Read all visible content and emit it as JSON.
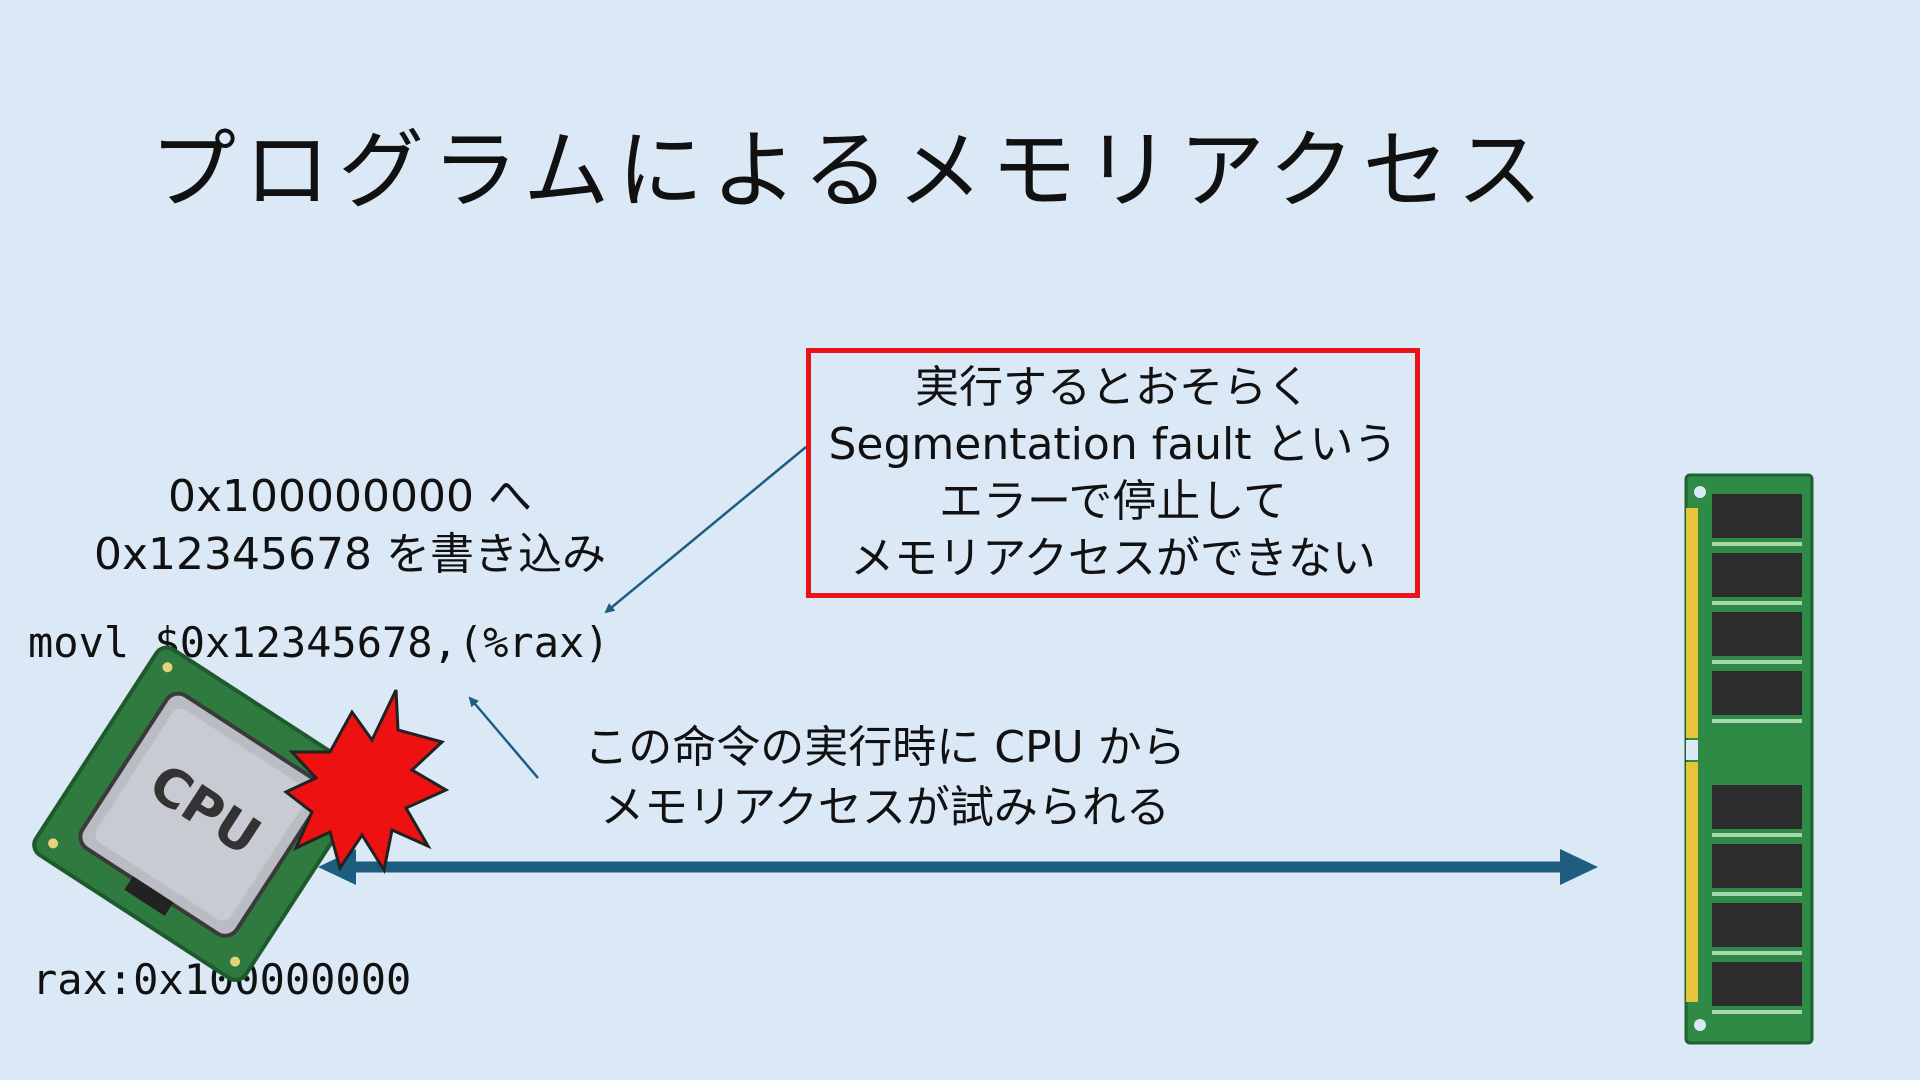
{
  "slide": {
    "title": "プログラムによるメモリアクセス",
    "target": {
      "line1": "0x100000000 へ",
      "line2": "0x12345678 を書き込み"
    },
    "instruction": "movl $0x12345678,(%rax)",
    "register": "rax:0x100000000",
    "error_box": {
      "line1": "実行するとおそらく",
      "line2": "Segmentation fault という",
      "line3": "エラーで停止して",
      "line4": "メモリアクセスができない"
    },
    "access": {
      "line1": "この命令の実行時に CPU から",
      "line2": "メモリアクセスが試みられる"
    },
    "cpu_chip_label": "CPU"
  },
  "colors": {
    "background": "#dbe9f7",
    "arrow": "#1d5e80",
    "error_border": "#e8141a",
    "burst": "#ee1111",
    "chip_pcb": "#2f7a3f",
    "ram_pcb": "#2f8a45"
  },
  "icons": [
    "cpu-chip-icon",
    "burst-icon",
    "ram-module-icon"
  ]
}
